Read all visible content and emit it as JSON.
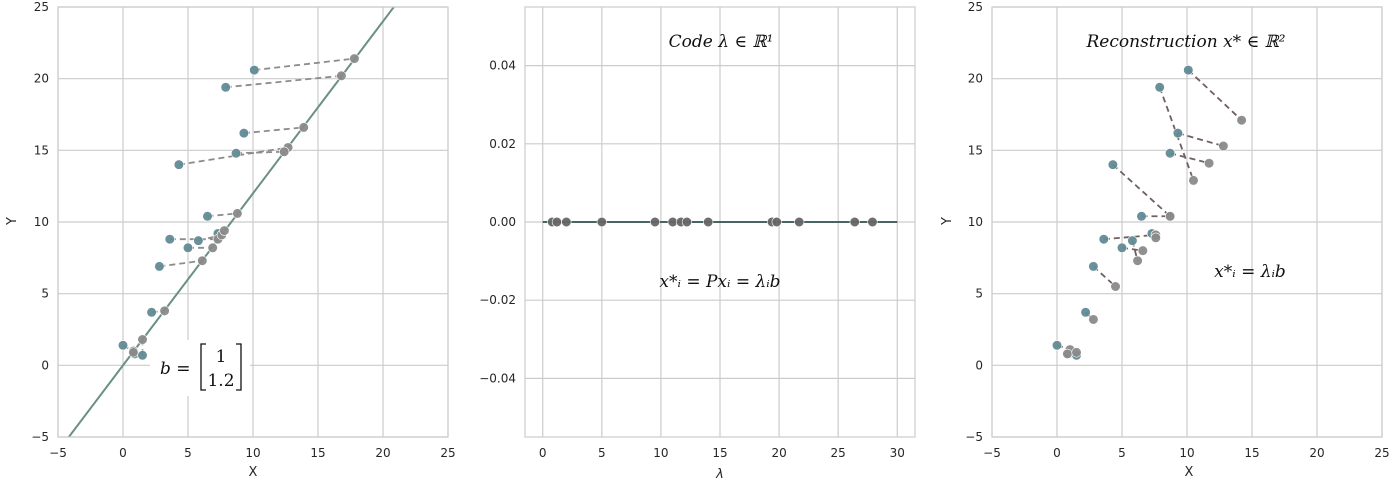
{
  "chart_data": [
    {
      "type": "scatter",
      "xlabel": "X",
      "ylabel": "Y",
      "xlim": [
        -5,
        25
      ],
      "ylim": [
        -5,
        25
      ],
      "xticks": [
        "−5",
        "0",
        "5",
        "10",
        "15",
        "20",
        "25"
      ],
      "yticks": [
        "−5",
        "0",
        "5",
        "10",
        "15",
        "20",
        "25"
      ],
      "grid": true,
      "line": {
        "slope": 1.2,
        "intercept": 0,
        "color": "#6a9080"
      },
      "series": [
        {
          "color": "#628a94",
          "points": [
            [
              0,
              1.4
            ],
            [
              0.9,
              0.8
            ],
            [
              1.5,
              0.7
            ],
            [
              2.2,
              3.7
            ],
            [
              2.8,
              6.9
            ],
            [
              3.6,
              8.8
            ],
            [
              5.0,
              8.2
            ],
            [
              5.8,
              8.7
            ],
            [
              6.5,
              10.4
            ],
            [
              7.3,
              9.2
            ],
            [
              4.3,
              14.0
            ],
            [
              8.7,
              14.8
            ],
            [
              9.3,
              16.2
            ],
            [
              7.9,
              19.4
            ],
            [
              10.1,
              20.6
            ]
          ]
        },
        {
          "color": "#8a8a8a",
          "points": [
            [
              0.8,
              1.0
            ],
            [
              0.8,
              0.9
            ],
            [
              1.5,
              1.8
            ],
            [
              3.2,
              3.8
            ],
            [
              6.1,
              7.3
            ],
            [
              7.3,
              8.8
            ],
            [
              6.9,
              8.2
            ],
            [
              7.6,
              9.1
            ],
            [
              8.8,
              10.6
            ],
            [
              7.8,
              9.4
            ],
            [
              12.7,
              15.2
            ],
            [
              12.4,
              14.9
            ],
            [
              13.9,
              16.6
            ],
            [
              16.8,
              20.2
            ],
            [
              17.8,
              21.4
            ]
          ]
        }
      ],
      "annotations": [
        {
          "id": "b",
          "lhs": "b =",
          "vector": [
            "1",
            "1.2"
          ]
        }
      ]
    },
    {
      "type": "scatter",
      "xlabel": "λ",
      "xlim": [
        -1.5,
        31.5
      ],
      "ylim": [
        -0.055,
        0.055
      ],
      "xticks": [
        "0",
        "5",
        "10",
        "15",
        "20",
        "25",
        "30"
      ],
      "yticks": [
        "−0.04",
        "−0.02",
        "0.00",
        "0.02",
        "0.04"
      ],
      "grid": true,
      "hline": {
        "y": 0,
        "x0": 0,
        "x1": 30,
        "color": "#2f4f4f"
      },
      "series": [
        {
          "color": "#666666",
          "points": [
            [
              0.8,
              0
            ],
            [
              1.2,
              0
            ],
            [
              2.0,
              0
            ],
            [
              5.0,
              0
            ],
            [
              9.5,
              0
            ],
            [
              11.0,
              0
            ],
            [
              11.7,
              0
            ],
            [
              12.2,
              0
            ],
            [
              14.0,
              0
            ],
            [
              19.4,
              0
            ],
            [
              19.8,
              0
            ],
            [
              21.7,
              0
            ],
            [
              26.4,
              0
            ],
            [
              27.9,
              0
            ]
          ]
        }
      ],
      "annotations": [
        {
          "id": "code",
          "text": "Code λ ∈ ℝ¹"
        },
        {
          "id": "proj",
          "text": "x*ᵢ = Pxᵢ = λᵢb"
        }
      ]
    },
    {
      "type": "scatter",
      "xlabel": "X",
      "ylabel": "Y",
      "xlim": [
        -5,
        25
      ],
      "ylim": [
        -5,
        25
      ],
      "xticks": [
        "−5",
        "0",
        "5",
        "10",
        "15",
        "20",
        "25"
      ],
      "yticks": [
        "−5",
        "0",
        "5",
        "10",
        "15",
        "20",
        "25"
      ],
      "grid": true,
      "series": [
        {
          "color": "#628a94",
          "points": [
            [
              0,
              1.4
            ],
            [
              0.9,
              0.8
            ],
            [
              1.5,
              0.7
            ],
            [
              2.2,
              3.7
            ],
            [
              2.8,
              6.9
            ],
            [
              3.6,
              8.8
            ],
            [
              5.0,
              8.2
            ],
            [
              5.8,
              8.7
            ],
            [
              6.5,
              10.4
            ],
            [
              7.3,
              9.2
            ],
            [
              4.3,
              14.0
            ],
            [
              8.7,
              14.8
            ],
            [
              9.3,
              16.2
            ],
            [
              7.9,
              19.4
            ],
            [
              10.1,
              20.6
            ]
          ]
        },
        {
          "color": "#8a8a8a",
          "points": [
            [
              1.0,
              1.1
            ],
            [
              0.8,
              0.8
            ],
            [
              1.5,
              0.9
            ],
            [
              2.8,
              3.2
            ],
            [
              4.5,
              5.5
            ],
            [
              7.6,
              9.1
            ],
            [
              6.6,
              8.0
            ],
            [
              6.2,
              7.3
            ],
            [
              8.7,
              10.4
            ],
            [
              7.6,
              8.9
            ],
            [
              8.7,
              10.4
            ],
            [
              11.7,
              14.1
            ],
            [
              12.8,
              15.3
            ],
            [
              10.5,
              12.9
            ],
            [
              14.2,
              17.1
            ]
          ]
        }
      ],
      "annotations": [
        {
          "id": "recon",
          "text": "Reconstruction x* ∈ ℝ²"
        },
        {
          "id": "lam",
          "text": "x*ᵢ = λᵢb"
        }
      ]
    }
  ]
}
